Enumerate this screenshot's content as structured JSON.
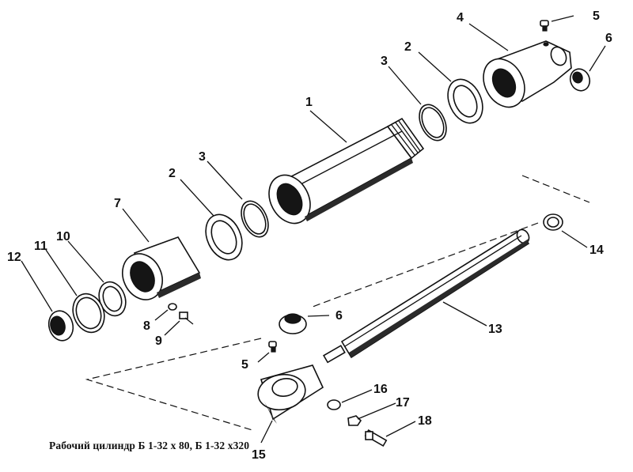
{
  "caption": "Рабочий цилиндр Б 1-32 х 80, Б 1-32 х320",
  "callouts": [
    "1",
    "2",
    "2",
    "3",
    "3",
    "4",
    "5",
    "5",
    "6",
    "6",
    "7",
    "8",
    "9",
    "10",
    "11",
    "12",
    "13",
    "14",
    "15",
    "16",
    "17",
    "18"
  ]
}
